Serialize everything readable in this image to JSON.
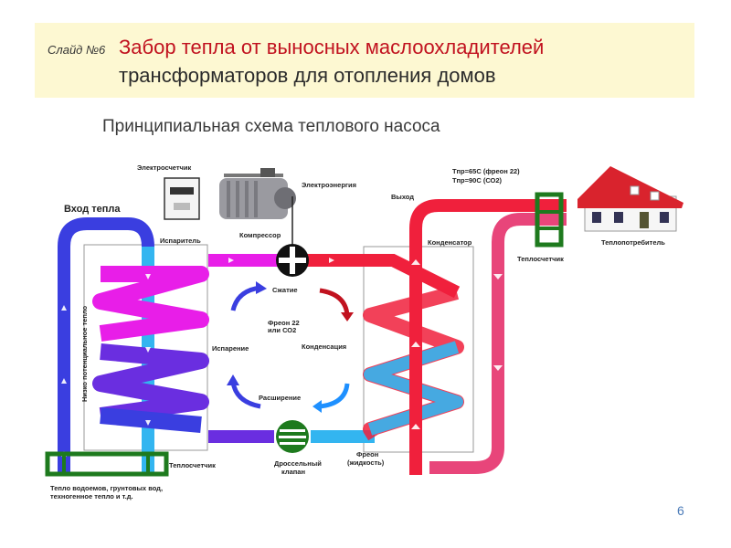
{
  "slide": {
    "number_label": "Слайд №6",
    "title_line1": "Забор тепла от выносных маслоохладителей",
    "title_line2": "трансформаторов для отопления домов",
    "page_number": "6"
  },
  "diagram": {
    "scheme_title": "Принципиальная схема теплового насоса",
    "labels": {
      "electric_meter": "Электросчетчик",
      "electricity": "Электроэнергия",
      "compressor": "Компрессор",
      "evaporator": "Испаритель",
      "heat_input": "Вход тепла",
      "low_potential_heat": "Низко потенциальное тепло",
      "compression": "Сжатие",
      "freon_1": "Фреон 22",
      "freon_2": "или СО2",
      "evaporation": "Испарение",
      "condensation": "Конденсация",
      "expansion": "Расширение",
      "temp_1": "Тпр=65С (фреон 22)",
      "temp_2": "Тпр=90С (СО2)",
      "output": "Выход",
      "condenser": "Конденсатор",
      "heat_consumer": "Теплопотребитель",
      "heat_meter_right": "Теплосчетчик",
      "heat_meter_left": "Теплосчетчик",
      "throttle_1": "Дроссельный",
      "throttle_2": "клапан",
      "freon_liquid_1": "Фреон",
      "freon_liquid_2": "(жидкость)",
      "source_1": "Тепло водоемов, грунтовых вод,",
      "source_2": "техногенное тепло и т.д."
    }
  },
  "colors": {
    "title_red": "#c1121f",
    "banner_bg": "#fdf8d2",
    "pipe_blue": "#3a3ee0",
    "pipe_magenta": "#e81ee8",
    "pipe_red": "#f0203c",
    "pipe_cyan": "#33b5f0",
    "meter_green": "#1e7a1e"
  }
}
